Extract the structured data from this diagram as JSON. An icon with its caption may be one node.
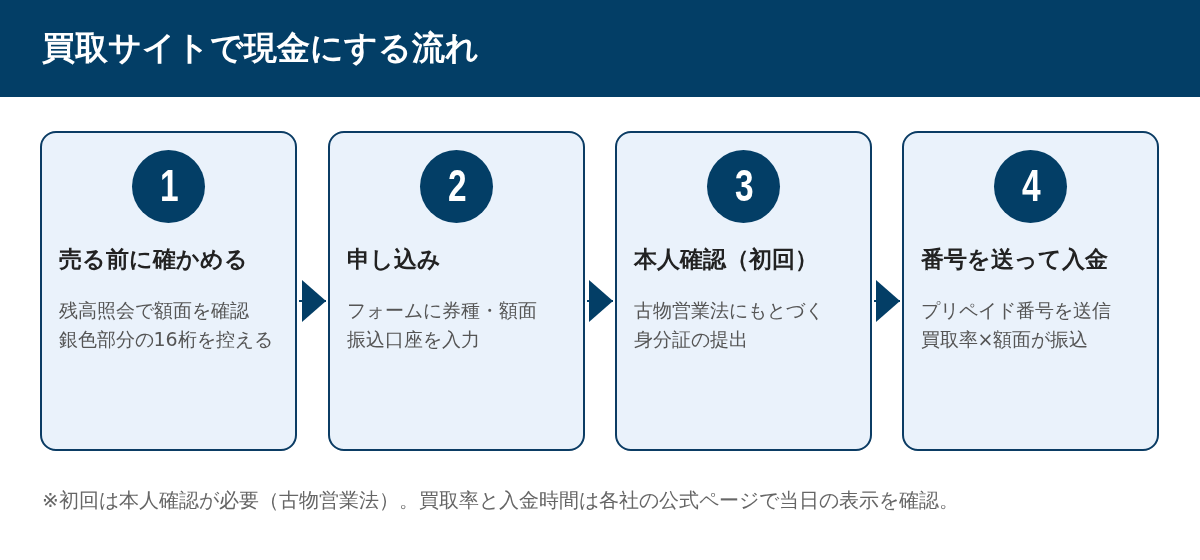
{
  "diagram": {
    "title": "買取サイトで現金にする流れ",
    "nodes": [
      {
        "text": [
          "売る前に確かめる",
          "残高照会で額面を確認",
          "銀色部分の16桁を控える"
        ]
      },
      {
        "text": [
          "1"
        ],
        "in": 0
      },
      {
        "text": [
          "申し込み",
          "フォームに券種・額面",
          "振込口座を入力"
        ]
      },
      {
        "text": [
          "2"
        ],
        "in": 2
      },
      {
        "text": [
          "本人確認（初回）",
          "古物営業法にもとづく",
          "身分証の提出"
        ]
      },
      {
        "text": [
          "3"
        ],
        "in": 4
      },
      {
        "text": [
          "番号を送って入金",
          "プリペイド番号を送信",
          "買取率×額面が振込"
        ]
      },
      {
        "text": [
          "4"
        ],
        "in": 6
      }
    ],
    "edges": [
      {
        "from": 0,
        "to": 2,
        "arrow": "to"
      },
      {
        "from": 2,
        "to": 4,
        "arrow": "to"
      },
      {
        "from": 4,
        "to": 6,
        "arrow": "to"
      }
    ],
    "labels": [
      "※初回は本人確認が必要（古物営業法）。買取率と入金時間は各社の公式ページで当日の表示を確認。"
    ]
  }
}
